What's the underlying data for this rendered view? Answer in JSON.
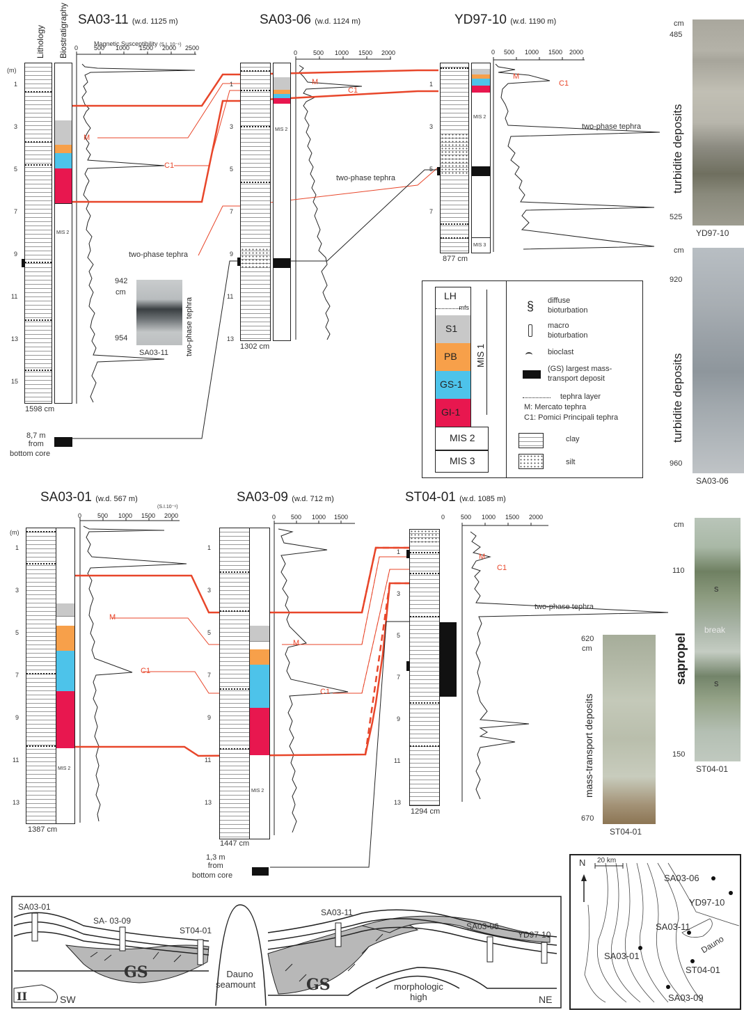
{
  "headers": {
    "lithology": "Lithology",
    "biostratigraphy": "Biostratigraphy"
  },
  "colors": {
    "correlation": "#e8462a",
    "S1": "#c8c8c8",
    "PB": "#f7a04a",
    "GS1": "#4dc3ea",
    "GI1": "#e8174f",
    "mtd": "#111111"
  },
  "cores": {
    "sa0311": {
      "name": "SA03-11",
      "wd": "(w.d. 1125 m)",
      "length": "1598 cm",
      "ms_title": "Magnetic Susceptibility",
      "ms_unit": "(S.I. 10⁻⁶)",
      "ticks": [
        "0",
        "500",
        "1000",
        "1500",
        "2000",
        "2500"
      ],
      "depths": [
        "(m)",
        "1",
        "3",
        "5",
        "7",
        "9",
        "11",
        "13",
        "15"
      ],
      "mis": "MIS 2",
      "bottom_note": [
        "8,7 m",
        "from",
        "bottom core"
      ]
    },
    "sa0306": {
      "name": "SA03-06",
      "wd": "(w.d. 1124 m)",
      "length": "1302 cm",
      "ticks": [
        "0",
        "500",
        "1000",
        "1500",
        "2000"
      ],
      "depths": [
        "1",
        "3",
        "5",
        "7",
        "9",
        "11",
        "13"
      ],
      "mis": "MIS 2"
    },
    "yd9710": {
      "name": "YD97-10",
      "wd": "(w.d. 1190 m)",
      "length": "877 cm",
      "ticks": [
        "0",
        "500",
        "1000",
        "1500",
        "2000"
      ],
      "depths": [
        "1",
        "3",
        "5",
        "7"
      ],
      "mis2": "MIS 2",
      "mis3": "MIS 3"
    },
    "sa0301": {
      "name": "SA03-01",
      "wd": "(w.d. 567 m)",
      "length": "1387 cm",
      "ms_unit": "(S.I.10⁻⁶)",
      "ticks": [
        "0",
        "500",
        "1000",
        "1500",
        "2000"
      ],
      "depths": [
        "(m)",
        "1",
        "3",
        "5",
        "7",
        "9",
        "11",
        "13"
      ],
      "mis": "MIS 2"
    },
    "sa0309": {
      "name": "SA03-09",
      "wd": "(w.d. 712 m)",
      "length": "1447 cm",
      "ticks": [
        "0",
        "500",
        "1000",
        "1500"
      ],
      "depths": [
        "1",
        "3",
        "5",
        "7",
        "9",
        "11",
        "13"
      ],
      "mis": "MIS 2",
      "bottom_note": [
        "1,3 m",
        "from",
        "bottom core"
      ]
    },
    "st0401": {
      "name": "ST04-01",
      "wd": "(w.d. 1085 m)",
      "length": "1294 cm",
      "ticks": [
        "0",
        "500",
        "1000",
        "1500",
        "2000"
      ],
      "depths": [
        "1",
        "3",
        "5",
        "7",
        "9",
        "11",
        "13"
      ]
    }
  },
  "tephra": {
    "M": "M",
    "C1": "C1",
    "two_phase": "two-phase tephra"
  },
  "inset_photo": {
    "top": "942",
    "unit": "cm",
    "bottom": "954",
    "caption": "SA03-11",
    "side": "two-phase tephra"
  },
  "legend": {
    "units": [
      "LH",
      "mfs",
      "S1",
      "PB",
      "GS-1",
      "GI-1",
      "MIS 2",
      "MIS 3"
    ],
    "mis1": "MIS 1",
    "items": [
      "diffuse",
      "bioturbation",
      "macro",
      "bioturbation",
      "bioclast",
      "(GS) largest mass-",
      "transport deposit",
      "tephra layer",
      "M: Mercato tephra",
      "C1: Pomici Principali tephra",
      "clay",
      "silt"
    ]
  },
  "photos": {
    "p1": {
      "unit": "cm",
      "top": "485",
      "bottom": "525",
      "caption": "YD97-10",
      "side": "turbidite deposits"
    },
    "p2": {
      "unit": "cm",
      "top": "920",
      "bottom": "960",
      "caption": "SA03-06",
      "side": "turbidite deposits"
    },
    "p3": {
      "unit": "cm",
      "top": "110",
      "bottom": "150",
      "caption": "ST04-01",
      "side": "sapropel",
      "s1": "s",
      "s2": "s",
      "brk": "break"
    },
    "p4": {
      "top": "620",
      "unit": "cm",
      "bottom": "670",
      "caption": "ST04-01",
      "side": "mass-transport deposits"
    }
  },
  "section": {
    "cores": [
      "SA03-01",
      "SA- 03-09",
      "ST04-01",
      "SA03-11",
      "SA03-06",
      "YD97-10"
    ],
    "gs": "GS",
    "seamount": [
      "Dauno",
      "seamount"
    ],
    "high": [
      "morphologic",
      "high"
    ],
    "sw": "SW",
    "ne": "NE",
    "ii": "II"
  },
  "map": {
    "north": "N",
    "scale": "20 km",
    "sites": [
      "SA03-06",
      "YD97-10",
      "SA03-11",
      "Dauno",
      "SA03-01",
      "ST04-01",
      "SA03-09"
    ]
  }
}
